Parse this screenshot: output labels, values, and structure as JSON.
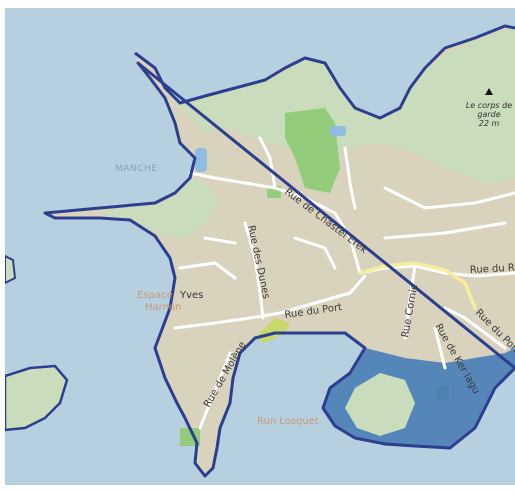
{
  "map": {
    "colors": {
      "sea": "#b7d0df",
      "land": "#d9d3bd",
      "vegetation": "#c9dcbb",
      "park": "#93cd7c",
      "boundary": "#2c3e8f",
      "road": "#ffffff",
      "primary_road": "#f5ef9d",
      "deep_water": "#3e78b8"
    },
    "labels": {
      "sea": "MANCHE",
      "peak_name_line1": "Le corps de",
      "peak_name_line2": "garde",
      "peak_elevation": "22 m",
      "poi_espace": "Espace",
      "poi_yves": "Yves",
      "poi_harnon": "Harnon",
      "run_losquet": "Run Losquet"
    },
    "streets": {
      "chastel_erek": "Rue de Chastel Erek",
      "dunes": "Rue des Dunes",
      "port": "Rue du Port",
      "cornic": "Rue Cornic",
      "molene": "Rue de Molène",
      "ker_iagu": "Rue de Ker Iagu",
      "pont": "Rue du Pont",
      "rue_du_ro": "Rue du Ro"
    },
    "icons": {
      "peak": "triangle-peak-icon"
    }
  }
}
